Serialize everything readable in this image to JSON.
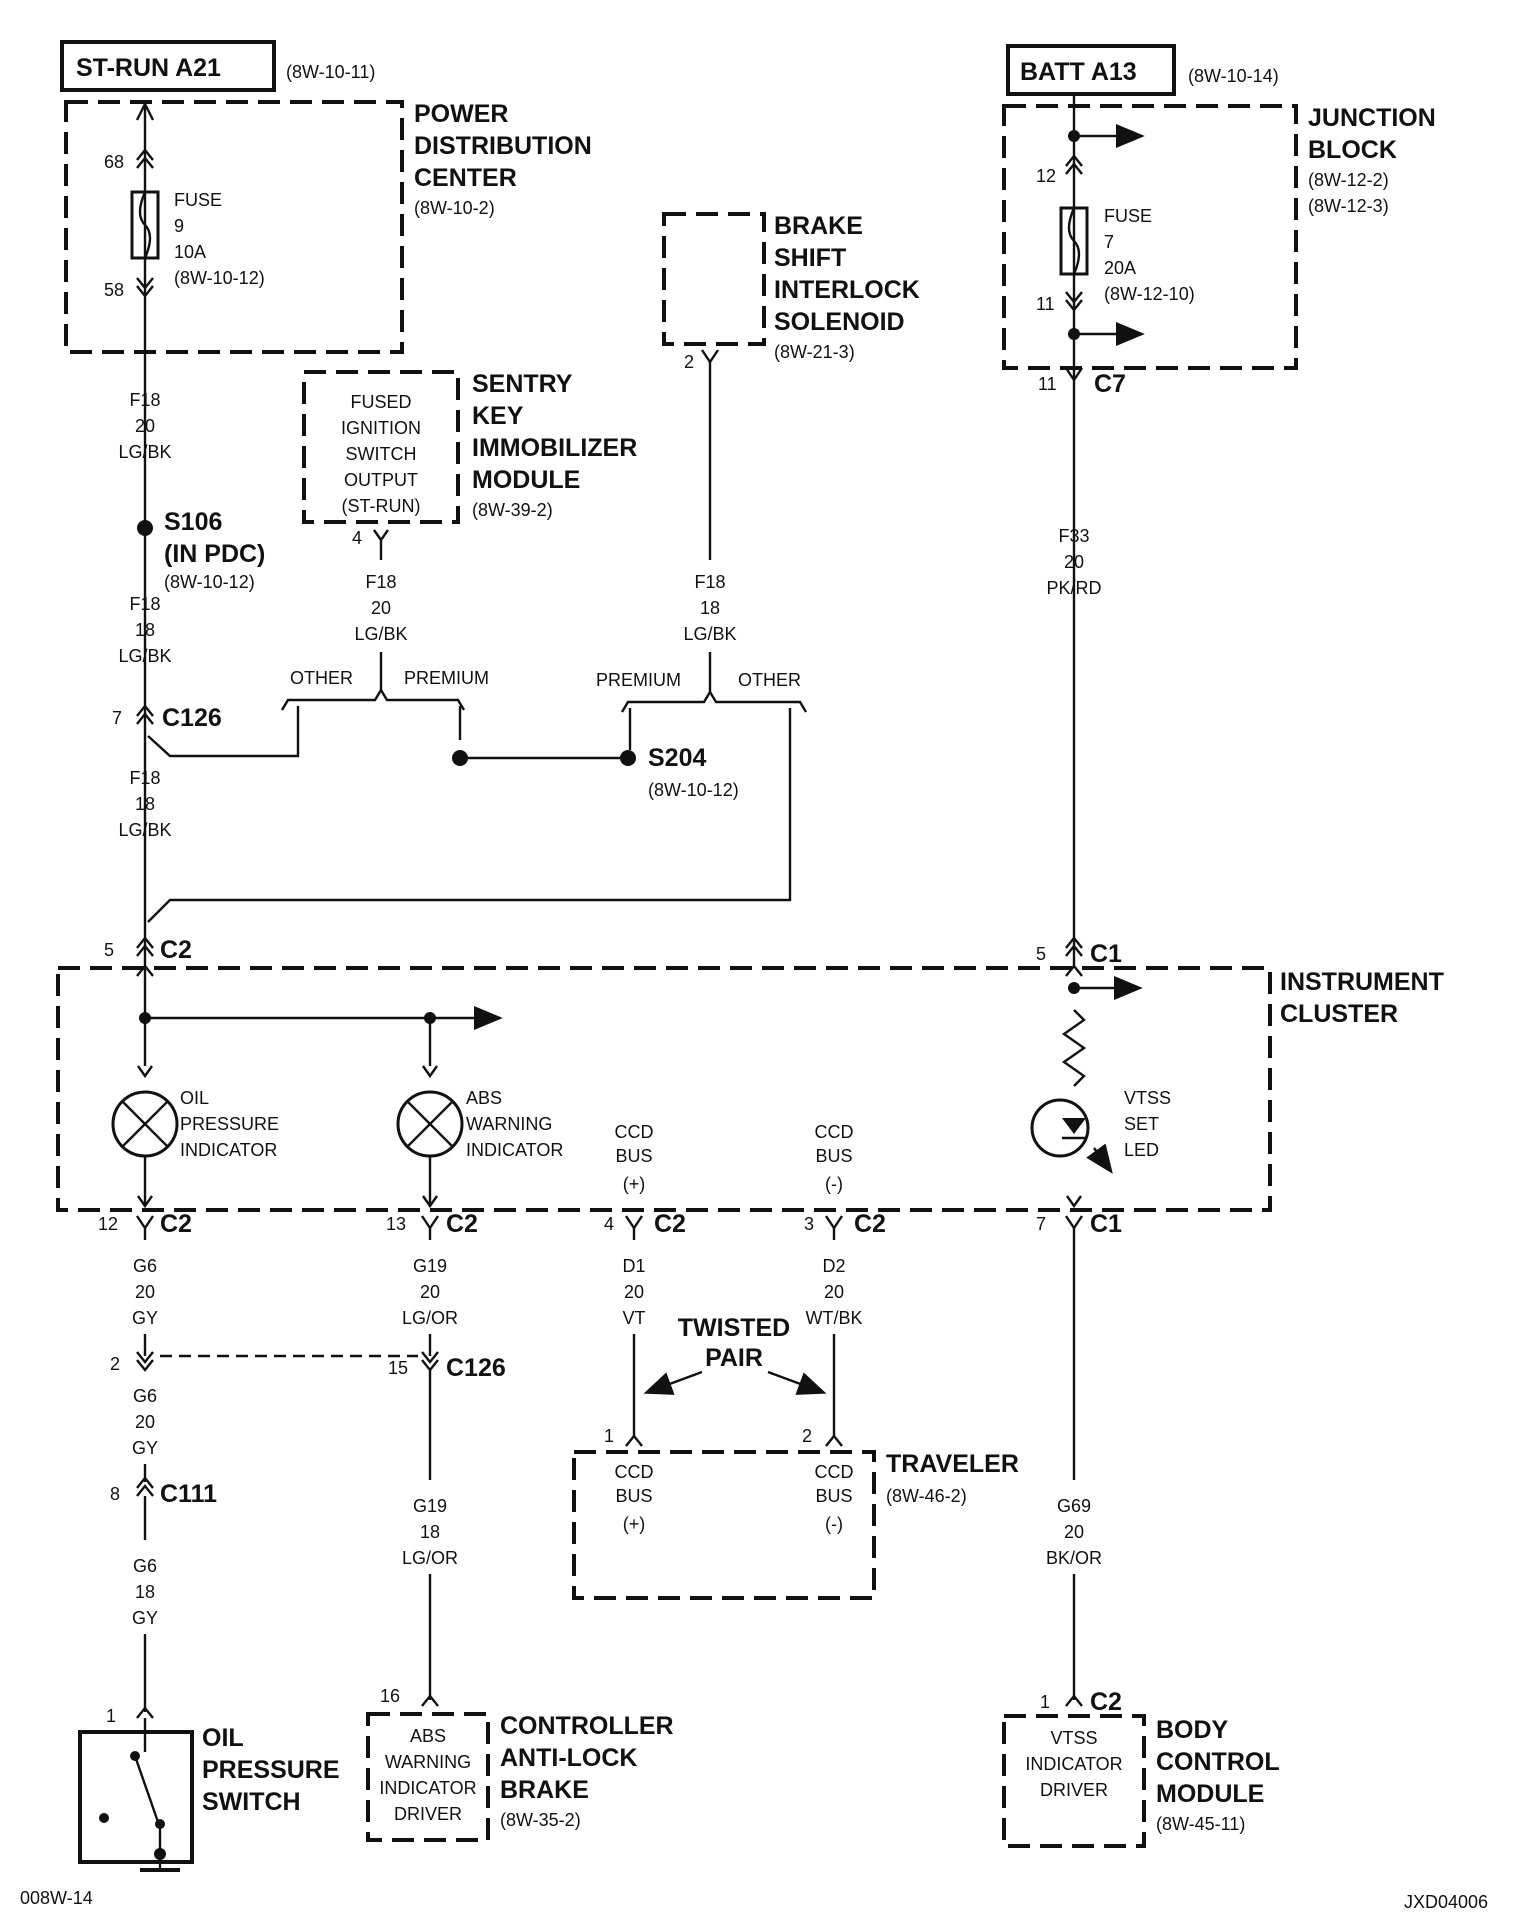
{
  "top_left": {
    "source_box": "ST-RUN A21",
    "source_ref": "(8W-10-11)",
    "pdc_lines": [
      "POWER",
      "DISTRIBUTION",
      "CENTER"
    ],
    "pdc_ref": "(8W-10-2)",
    "pin_68": "68",
    "pin_58": "58",
    "fuse_lines": [
      "FUSE",
      "9",
      "10A",
      "(8W-10-12)"
    ]
  },
  "top_right": {
    "source_box": "BATT A13",
    "source_ref": "(8W-10-14)",
    "jb_lines": [
      "JUNCTION",
      "BLOCK"
    ],
    "jb_refs": [
      "(8W-12-2)",
      "(8W-12-3)"
    ],
    "pin_12": "12",
    "pin_11": "11",
    "fuse_lines": [
      "FUSE",
      "7",
      "20A",
      "(8W-12-10)"
    ],
    "c7_pin": "11",
    "c7_label": "C7",
    "wire_f33": [
      "F33",
      "20",
      "PK/RD"
    ]
  },
  "sentry": {
    "inner_lines": [
      "FUSED",
      "IGNITION",
      "SWITCH",
      "OUTPUT",
      "(ST-RUN)"
    ],
    "title_lines": [
      "SENTRY",
      "KEY",
      "IMMOBILIZER",
      "MODULE"
    ],
    "ref": "(8W-39-2)",
    "pin": "4",
    "wire": [
      "F18",
      "20",
      "LG/BK"
    ]
  },
  "brake_shift": {
    "title_lines": [
      "BRAKE",
      "SHIFT",
      "INTERLOCK",
      "SOLENOID"
    ],
    "ref": "(8W-21-3)",
    "pin": "2",
    "wire": [
      "F18",
      "18",
      "LG/BK"
    ]
  },
  "left_chain": {
    "wire_a": [
      "F18",
      "20",
      "LG/BK"
    ],
    "splice_s106": "S106",
    "splice_s106_sub": "(IN PDC)",
    "splice_s106_ref": "(8W-10-12)",
    "wire_b": [
      "F18",
      "18",
      "LG/BK"
    ],
    "c126_pin": "7",
    "c126_label": "C126",
    "wire_c": [
      "F18",
      "18",
      "LG/BK"
    ]
  },
  "options": {
    "other": "OTHER",
    "premium": "PREMIUM",
    "splice_s204": "S204",
    "splice_s204_ref": "(8W-10-12)"
  },
  "cluster": {
    "title_lines": [
      "INSTRUMENT",
      "CLUSTER"
    ],
    "c2_top_pin": "5",
    "c2_top_label": "C2",
    "c1_top_pin": "5",
    "c1_top_label": "C1",
    "oil_ind": [
      "OIL",
      "PRESSURE",
      "INDICATOR"
    ],
    "abs_ind": [
      "ABS",
      "WARNING",
      "INDICATOR"
    ],
    "ccd_pos": [
      "CCD",
      "BUS",
      "(+)"
    ],
    "ccd_neg": [
      "CCD",
      "BUS",
      "(-)"
    ],
    "vtss_led": [
      "VTSS",
      "SET",
      "LED"
    ]
  },
  "bottom_connectors": {
    "c2_12": [
      "12",
      "C2"
    ],
    "c2_13": [
      "13",
      "C2"
    ],
    "c2_4": [
      "4",
      "C2"
    ],
    "c2_3": [
      "3",
      "C2"
    ],
    "c1_7": [
      "7",
      "C1"
    ]
  },
  "wires_bottom": {
    "g6_20": [
      "G6",
      "20",
      "GY"
    ],
    "g19_20": [
      "G19",
      "20",
      "LG/OR"
    ],
    "d1": [
      "D1",
      "20",
      "VT"
    ],
    "d2": [
      "D2",
      "20",
      "WT/BK"
    ],
    "twisted_pair": [
      "TWISTED",
      "PAIR"
    ],
    "c126_pin_2": "2",
    "c126_pin_15": "15",
    "c126_label": "C126",
    "g6_20b": [
      "G6",
      "20",
      "GY"
    ],
    "c111_pin": "8",
    "c111_label": "C111",
    "g6_18": [
      "G6",
      "18",
      "GY"
    ],
    "g19_18": [
      "G19",
      "18",
      "LG/OR"
    ],
    "g69": [
      "G69",
      "20",
      "BK/OR"
    ]
  },
  "traveler": {
    "pin1": "1",
    "pin2": "2",
    "pos": [
      "CCD",
      "BUS",
      "(+)"
    ],
    "neg": [
      "CCD",
      "BUS",
      "(-)"
    ],
    "title": "TRAVELER",
    "ref": "(8W-46-2)"
  },
  "oil_switch": {
    "pin": "1",
    "title_lines": [
      "OIL",
      "PRESSURE",
      "SWITCH"
    ]
  },
  "abs_ctrl": {
    "pin": "16",
    "inner_lines": [
      "ABS",
      "WARNING",
      "INDICATOR",
      "DRIVER"
    ],
    "title_lines": [
      "CONTROLLER",
      "ANTI-LOCK",
      "BRAKE"
    ],
    "ref": "(8W-35-2)"
  },
  "bcm": {
    "pin": "1",
    "conn": "C2",
    "inner_lines": [
      "VTSS",
      "INDICATOR",
      "DRIVER"
    ],
    "title_lines": [
      "BODY",
      "CONTROL",
      "MODULE"
    ],
    "ref": "(8W-45-11)"
  },
  "footer": {
    "left": "008W-14",
    "right": "JXD04006"
  }
}
